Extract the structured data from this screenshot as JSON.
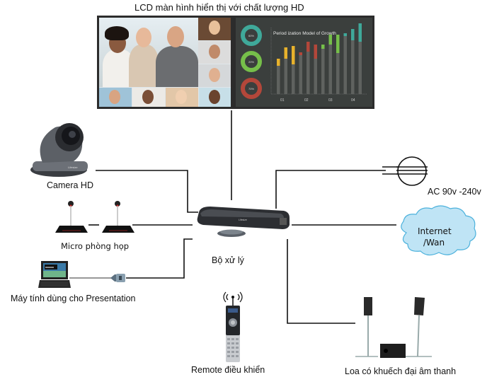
{
  "diagram": {
    "title": "LCD màn hình hiển thị với chất lượng HD",
    "nodes": {
      "lcd": {
        "label": "LCD màn hình hiển thị với chất lượng HD",
        "icon": "lcd-display-icon"
      },
      "camera": {
        "label": "Camera HD",
        "icon": "ptz-camera-icon"
      },
      "micro": {
        "label": "Micro phòng họp",
        "icon": "conference-microphone-icon"
      },
      "laptop": {
        "label": "Máy tính dùng cho Presentation",
        "icon": "laptop-icon"
      },
      "processor": {
        "label": "Bộ xử lý",
        "icon": "codec-processor-icon"
      },
      "remote": {
        "label": "Remote điều khiển",
        "icon": "remote-control-icon"
      },
      "power": {
        "label": "AC 90v -240v",
        "icon": "power-outlet-icon"
      },
      "internet": {
        "label": "Internet\n/Wan",
        "line1": "Internet",
        "line2": "/Wan",
        "icon": "cloud-icon"
      },
      "speakers": {
        "label": "Loa có khuếch đại âm thanh",
        "icon": "speakers-icon"
      }
    },
    "connections": [
      {
        "from": "lcd",
        "to": "processor"
      },
      {
        "from": "camera",
        "to": "processor"
      },
      {
        "from": "micro",
        "to": "processor"
      },
      {
        "from": "laptop",
        "to": "processor"
      },
      {
        "from": "power",
        "to": "processor"
      },
      {
        "from": "internet",
        "to": "processor"
      },
      {
        "from": "speakers",
        "to": "processor"
      }
    ],
    "screen_content": {
      "chart_title": "Period ization Model of Growth",
      "donut_labels": [
        "60%",
        "20%",
        "70%"
      ],
      "axis_labels": [
        "01",
        "02",
        "03",
        "04"
      ]
    },
    "colors": {
      "wire": "#111111",
      "cloud_fill": "#bfe4f5",
      "cloud_stroke": "#4bb1dc",
      "screen_bg": "#3b3f3d",
      "bar_yellow": "#e8b22c",
      "bar_red": "#b3473a",
      "bar_green": "#76bf4a",
      "bar_teal": "#3fa99a"
    }
  }
}
